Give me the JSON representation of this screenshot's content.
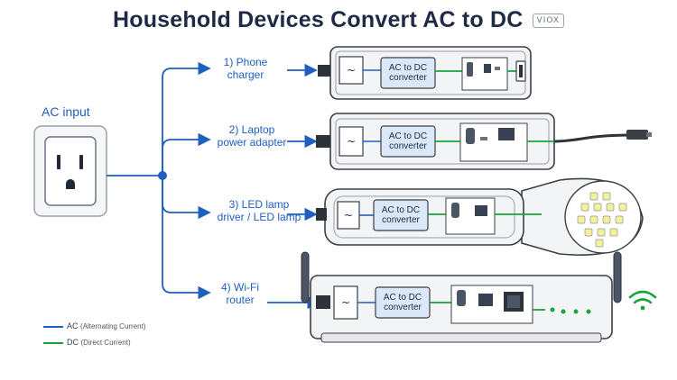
{
  "title": "Household Devices Convert AC to DC",
  "brand": "VIOX",
  "ac_input_label": "AC input",
  "branches": [
    {
      "line1": "1) Phone",
      "line2": "charger"
    },
    {
      "line1": "2) Laptop",
      "line2": "power adapter"
    },
    {
      "line1": "3) LED lamp",
      "line2": "driver / LED lamp"
    },
    {
      "line1": "4) Wi-Fi",
      "line2": "router"
    }
  ],
  "converter_label": {
    "line1": "AC to DC",
    "line2": "converter"
  },
  "legend": [
    {
      "key": "AC",
      "desc": "(Alternating Current)",
      "color": "#1f5fbf"
    },
    {
      "key": "DC",
      "desc": "(Direct Current)",
      "color": "#1aa33a"
    }
  ],
  "colors": {
    "ac": "#1f5fbf",
    "dc": "#1aa33a",
    "outline": "#3b3f46",
    "body": "#f3f4f6",
    "converter": "#dbe8f7"
  }
}
